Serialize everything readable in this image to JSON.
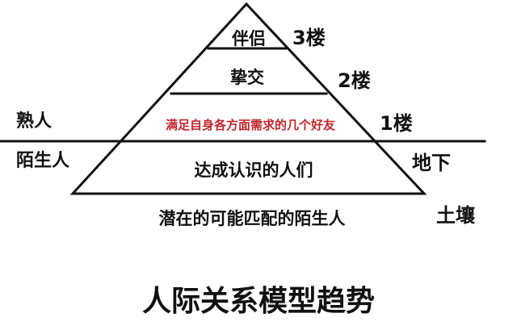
{
  "title": "人际关系模型趋势",
  "tiers": {
    "top": "伴侣",
    "second": "挚交",
    "third": "满足自身各方面需求的几个好友",
    "base": "达成认识的人们",
    "below": "潜在的可能匹配的陌生人"
  },
  "floors": {
    "third": "3楼",
    "second": "2楼",
    "first": "1楼",
    "basement": "地下",
    "soil": "土壤"
  },
  "side_labels": {
    "acquaintance": "熟人",
    "stranger": "陌生人"
  },
  "colors": {
    "ink": "#111111",
    "highlight": "#c0272d",
    "background": "#ffffff"
  }
}
